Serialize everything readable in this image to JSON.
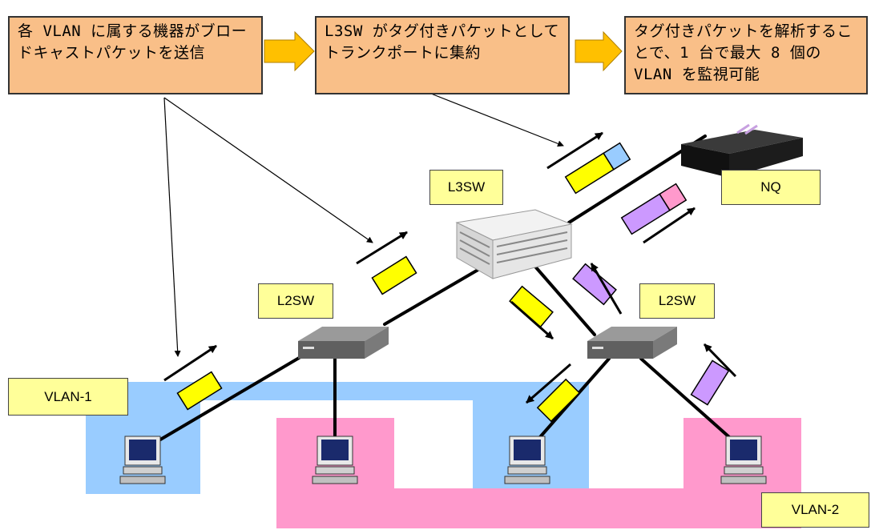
{
  "callouts": [
    "各 VLAN に属する機器がブロードキャストパケットを送信",
    "L3SW がタグ付きパケットとしてトランクポートに集約",
    "タグ付きパケットを解析することで、1 台で最大 8 個の VLAN を監視可能"
  ],
  "labels": {
    "l3sw": "L3SW",
    "nq": "NQ",
    "l2sw_left": "L2SW",
    "l2sw_right": "L2SW",
    "vlan1": "VLAN-1",
    "vlan2": "VLAN-2"
  },
  "colors": {
    "vlan1": "#99ccff",
    "vlan2": "#ff99cc",
    "packet_vlan1": "#ffff00",
    "packet_vlan2": "#cc99ff",
    "tag_vlan1": "#99ccff",
    "tag_vlan2": "#ff99cc",
    "callout": "#f9bf88",
    "flow_arrow": "#ffc000",
    "label": "#ffff99"
  }
}
